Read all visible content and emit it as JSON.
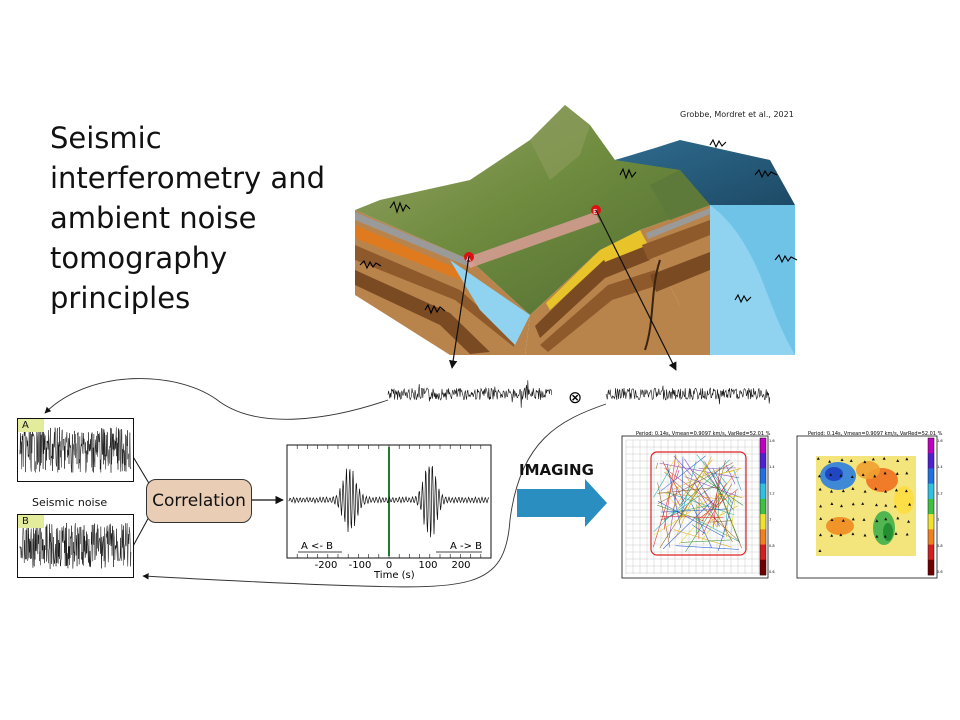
{
  "title_lines": [
    "Seismic",
    "interferometry and",
    "ambient noise",
    "tomography",
    "principles"
  ],
  "credit": "Grobbe, Mordret et al., 2021",
  "block_labels": {
    "station_a": "A",
    "station_b": "B"
  },
  "correlation_symbol": "⊗",
  "noise": {
    "trace_a_label": "A",
    "trace_b_label": "B",
    "caption": "Seismic noise"
  },
  "correlation_label": "Correlation",
  "ccf": {
    "left_label": "A <- B",
    "right_label": "A -> B",
    "x_ticks": [
      "-200",
      "-100",
      "0",
      "100",
      "200"
    ],
    "xlabel": "Time (s)"
  },
  "imaging_label": "IMAGING",
  "maps": {
    "left_title": "Period: 0.14s, Vmean=0.9097 km/s, VarRed=52.01 %",
    "right_title": "Period: 0.14s, Vmean=0.9097 km/s, VarRed=52.01 %",
    "colorbar_ticks": [
      "1.6",
      "1.4",
      "1.2",
      "1",
      "0.8",
      "0.6"
    ]
  },
  "colors": {
    "correlation_box": "#e9cdb5",
    "noise_tag": "#e3ec9c",
    "arrow": "#2a8fc0",
    "zero_line": "#1f7a2e",
    "sea": "#8fd3f0"
  }
}
